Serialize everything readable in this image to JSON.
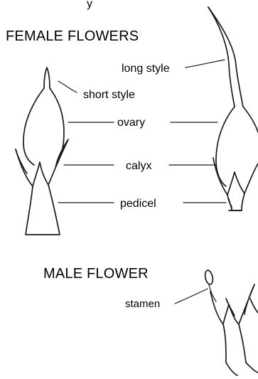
{
  "top_fragment": "y",
  "female": {
    "heading": "FEMALE FLOWERS",
    "labels": {
      "long_style": "long style",
      "short_style": "short style",
      "ovary": "ovary",
      "calyx": "calyx",
      "pedicel": "pedicel"
    }
  },
  "male": {
    "heading": "MALE FLOWER",
    "labels": {
      "stamen": "stamen"
    }
  }
}
